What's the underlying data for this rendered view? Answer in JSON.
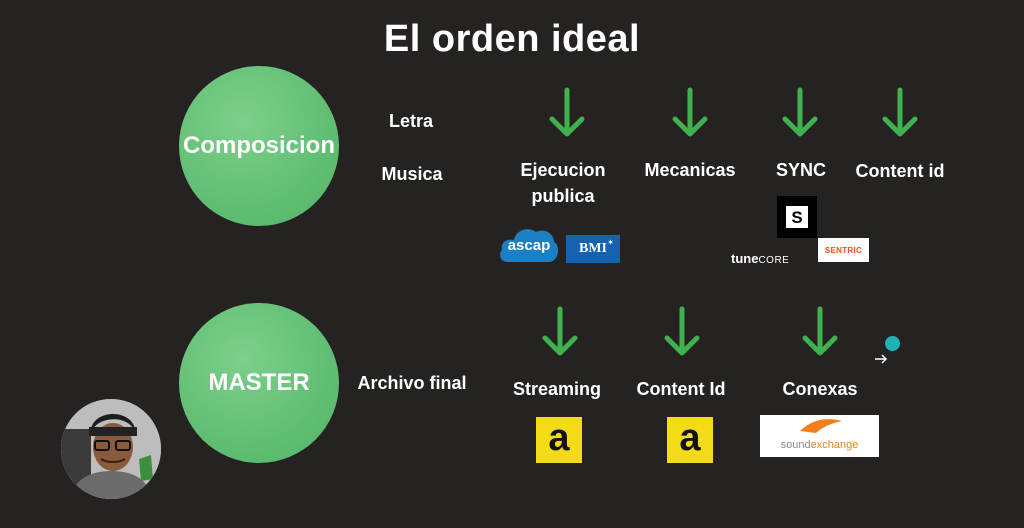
{
  "slide": {
    "title": "El orden ideal"
  },
  "composition": {
    "circle_label": "Composicion",
    "side_labels": [
      "Letra",
      "Musica"
    ],
    "categories": [
      "Ejecucion\npublica",
      "Mecanicas",
      "SYNC",
      "Content id"
    ],
    "logos": {
      "ascap": "ascap",
      "bmi": "BMI",
      "songtrust": "S",
      "tunecore_a": "tune",
      "tunecore_b": "CORE",
      "sentric": "SENTRIC"
    }
  },
  "master": {
    "circle_label": "MASTER",
    "side_label": "Archivo final",
    "categories": [
      "Streaming",
      "Content Id",
      "Conexas"
    ],
    "logos": {
      "amuse_1": "a",
      "amuse_2": "a",
      "soundexchange_a": "sound",
      "soundexchange_b": "exchange"
    }
  },
  "colors": {
    "background": "#272222",
    "circle": "#5cbc70",
    "arrow": "#3fb24f",
    "amuse": "#f3db17",
    "ascap": "#1a7fc4",
    "bmi": "#1662b0",
    "sentric": "#e8541b",
    "soundexchange": "#f07f1c",
    "cursor": "#1eb3b7"
  },
  "icons": [
    "arrow-down-icon",
    "cursor-icon",
    "webcam-avatar"
  ]
}
